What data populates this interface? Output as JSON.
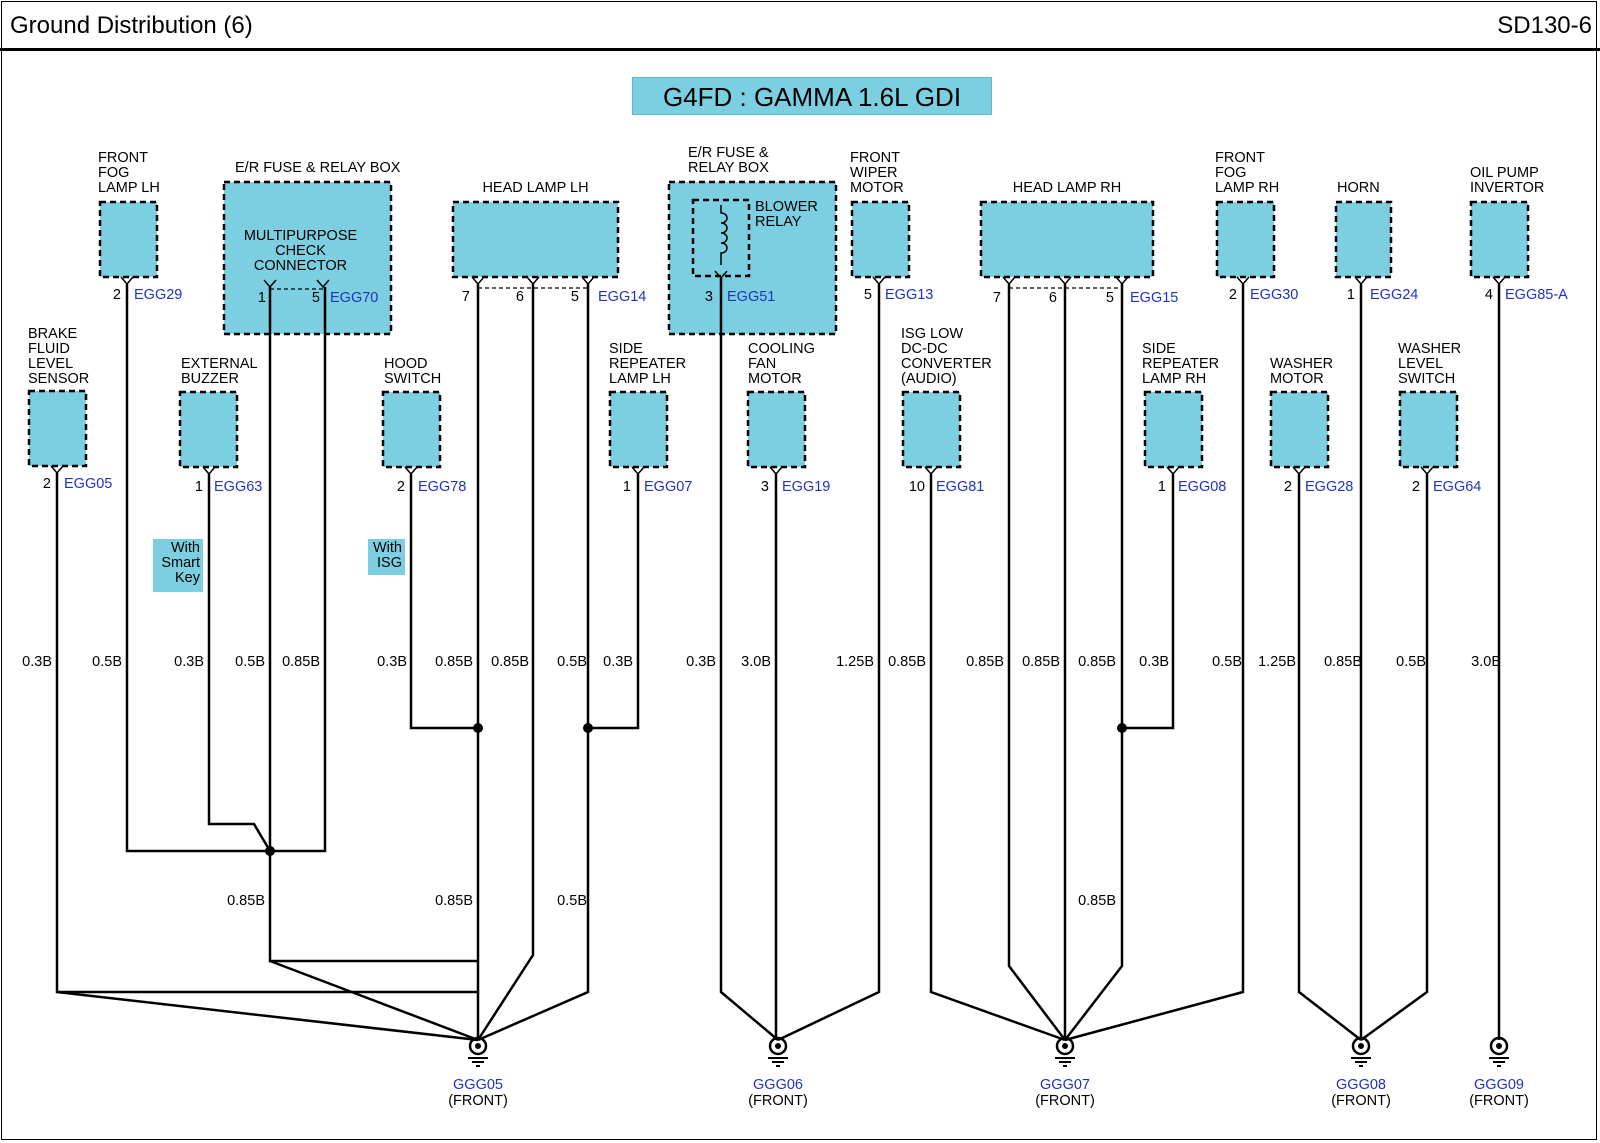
{
  "header": {
    "title": "Ground Distribution (6)",
    "code": "SD130-6"
  },
  "banner": "G4FD : GAMMA 1.6L GDI",
  "components": {
    "front_fog_lh": {
      "label": "FRONT\nFOG\nLAMP LH",
      "pin": "2",
      "connector": "EGG29"
    },
    "er_fuse_box_1": {
      "label": "E/R FUSE & RELAY BOX",
      "inner": "MULTIPURPOSE\nCHECK\nCONNECTOR",
      "pin_a": "1",
      "pin_b": "5",
      "connector": "EGG70"
    },
    "head_lamp_lh": {
      "label": "HEAD LAMP LH",
      "pin_a": "7",
      "pin_b": "6",
      "pin_c": "5",
      "connector": "EGG14"
    },
    "er_fuse_box_2": {
      "label": "E/R FUSE &\nRELAY BOX",
      "inner": "BLOWER\nRELAY",
      "pin": "3",
      "connector": "EGG51"
    },
    "front_wiper": {
      "label": "FRONT\nWIPER\nMOTOR",
      "pin": "5",
      "connector": "EGG13"
    },
    "head_lamp_rh": {
      "label": "HEAD LAMP RH",
      "pin_a": "7",
      "pin_b": "6",
      "pin_c": "5",
      "connector": "EGG15"
    },
    "front_fog_rh": {
      "label": "FRONT\nFOG\nLAMP RH",
      "pin": "2",
      "connector": "EGG30"
    },
    "horn": {
      "label": "HORN",
      "pin": "1",
      "connector": "EGG24"
    },
    "oil_pump": {
      "label": "OIL PUMP\nINVERTOR",
      "pin": "4",
      "connector": "EGG85-A"
    },
    "brake_fluid": {
      "label": "BRAKE\nFLUID\nLEVEL\nSENSOR",
      "pin": "2",
      "connector": "EGG05"
    },
    "ext_buzzer": {
      "label": "EXTERNAL\nBUZZER",
      "pin": "1",
      "connector": "EGG63"
    },
    "hood_switch": {
      "label": "HOOD\nSWITCH",
      "pin": "2",
      "connector": "EGG78"
    },
    "side_rep_lh": {
      "label": "SIDE\nREPEATER\nLAMP LH",
      "pin": "1",
      "connector": "EGG07"
    },
    "cooling_fan": {
      "label": "COOLING\nFAN\nMOTOR",
      "pin": "3",
      "connector": "EGG19"
    },
    "isg_low": {
      "label": "ISG LOW\nDC-DC\nCONVERTER\n(AUDIO)",
      "pin": "10",
      "connector": "EGG81"
    },
    "side_rep_rh": {
      "label": "SIDE\nREPEATER\nLAMP RH",
      "pin": "1",
      "connector": "EGG08"
    },
    "washer_motor": {
      "label": "WASHER\nMOTOR",
      "pin": "2",
      "connector": "EGG28"
    },
    "washer_level": {
      "label": "WASHER\nLEVEL\nSWITCH",
      "pin": "2",
      "connector": "EGG64"
    }
  },
  "notes": {
    "smart_key": "With\nSmart\nKey",
    "isg": "With\nISG"
  },
  "wire_sizes": {
    "w1": "0.3B",
    "w2": "0.5B",
    "w3": "0.3B",
    "w4": "0.5B",
    "w5": "0.85B",
    "w6": "0.3B",
    "w7": "0.85B",
    "w8": "0.85B",
    "w9": "0.5B",
    "w10": "0.3B",
    "w11": "0.3B",
    "w12": "3.0B",
    "w13": "1.25B",
    "w14": "0.85B",
    "w15": "0.85B",
    "w16": "0.85B",
    "w17": "0.85B",
    "w18": "0.3B",
    "w19": "0.5B",
    "w20": "1.25B",
    "w21": "0.85B",
    "w22": "0.5B",
    "w23": "3.0B",
    "m1": "0.85B",
    "m2": "0.85B",
    "m3": "0.5B",
    "m4": "0.85B"
  },
  "grounds": [
    {
      "id": "GGG05",
      "loc": "(FRONT)"
    },
    {
      "id": "GGG06",
      "loc": "(FRONT)"
    },
    {
      "id": "GGG07",
      "loc": "(FRONT)"
    },
    {
      "id": "GGG08",
      "loc": "(FRONT)"
    },
    {
      "id": "GGG09",
      "loc": "(FRONT)"
    }
  ],
  "colors": {
    "component_fill": "#7ccfe0",
    "connector_text": "#2233bb"
  }
}
